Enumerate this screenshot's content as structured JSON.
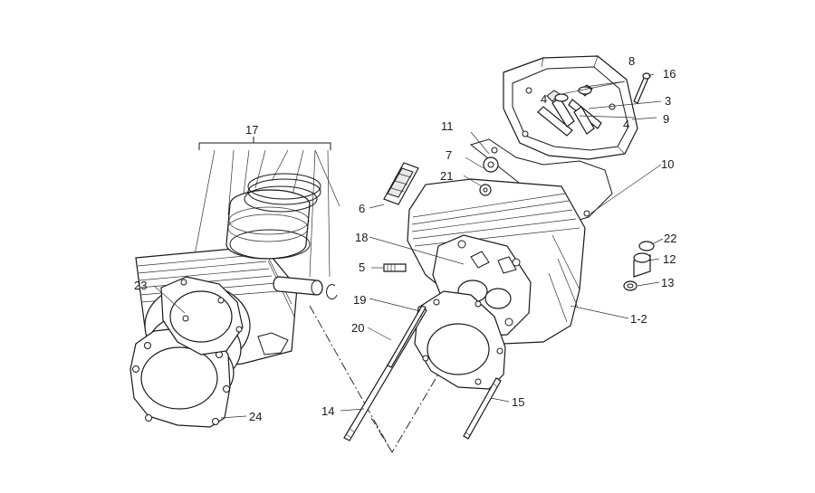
{
  "labels": {
    "l17": "17",
    "l8": "8",
    "l16": "16",
    "l3": "3",
    "l4a": "4",
    "l4b": "4",
    "l9": "9",
    "l11": "11",
    "l7": "7",
    "l10": "10",
    "l21": "21",
    "l6": "6",
    "l18": "18",
    "l22": "22",
    "l5": "5",
    "l12": "12",
    "l13": "13",
    "l23": "23",
    "l19": "19",
    "l12b": "1-2",
    "l20": "20",
    "l15": "15",
    "l14": "14",
    "l24": "24"
  },
  "colors": {
    "ink": "#1a1a1a",
    "paper": "#ffffff"
  }
}
